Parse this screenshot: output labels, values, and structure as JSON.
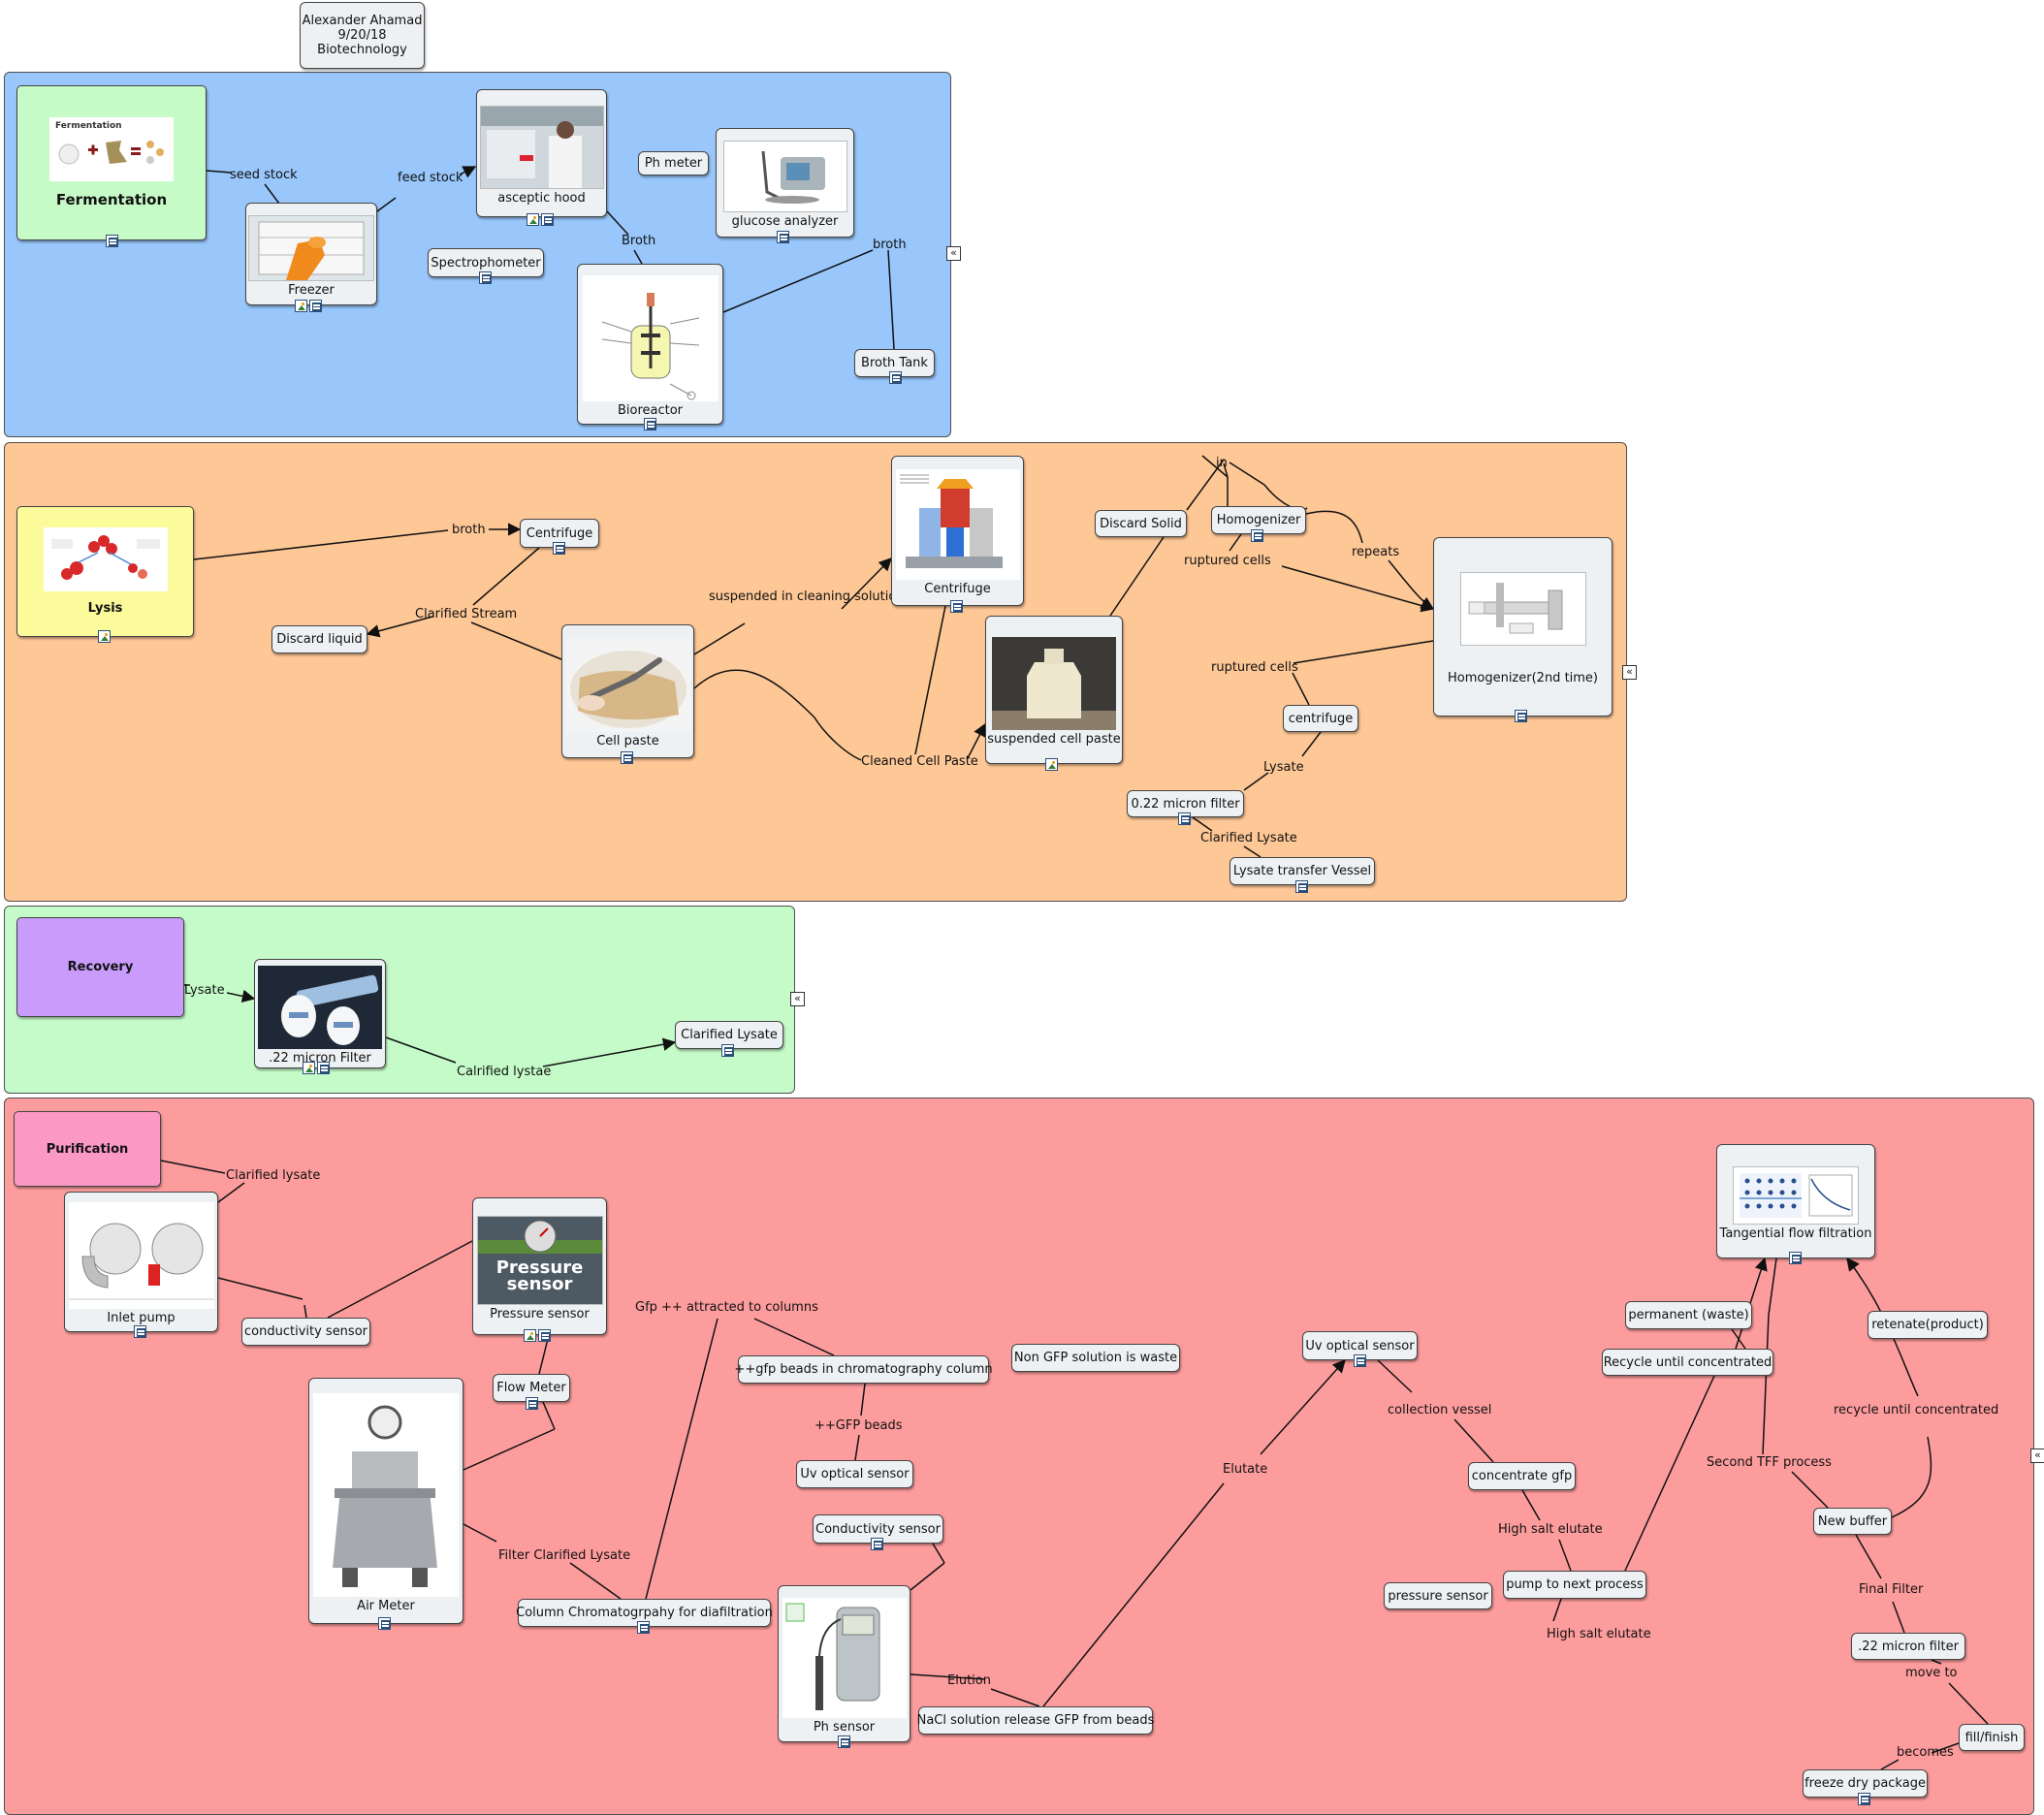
{
  "header": {
    "line1": "Alexander Ahamad",
    "line2": "9/20/18",
    "line3": "Biotechnology"
  },
  "colors": {
    "fermentation_region": "#99c6fb",
    "lysis_region": "#fec796",
    "recovery_region": "#c4fbc8",
    "purification_region": "#fd9c9d",
    "fermentation_heading": "#c6fbc8",
    "lysis_heading": "#fcfb9b",
    "recovery_heading": "#c99cfb",
    "purification_heading": "#fb98c6"
  },
  "icons": {
    "collapse": "collapse-icon",
    "resource_doc": "document-icon",
    "resource_img": "image-icon"
  },
  "fermentation": {
    "heading": "Fermentation",
    "image_caption": "Fermentation",
    "nodes": {
      "freezer": "Freezer",
      "aseptic_hood": "asceptic hood",
      "ph_meter": "Ph meter",
      "glucose_analyzer": "glucose analyzer",
      "spectrophotometer": "Spectrophometer",
      "bioreactor": "Bioreactor",
      "broth_tank": "Broth Tank"
    },
    "links": {
      "seed_stock": "seed stock",
      "feed_stock": "feed stock",
      "broth_upper": "Broth",
      "broth_lower": "broth"
    }
  },
  "lysis": {
    "heading": "Lysis",
    "nodes": {
      "centrifuge_small": "Centrifuge",
      "discard_liquid": "Discard liquid",
      "cell_paste": "Cell paste",
      "centrifuge_big": "Centrifuge",
      "suspended_cell_paste": "suspended cell paste",
      "discard_solid": "Discard Solid",
      "homogenizer": "Homogenizer",
      "homogenizer_2": "Homogenizer(2nd time)",
      "centrifuge_lower": "centrifuge",
      "filter_022": "0.22 micron filter",
      "lysate_vessel": "Lysate transfer Vessel"
    },
    "links": {
      "broth": "broth",
      "clarified_stream": "Clarified Stream",
      "suspended_in_cleaning": "suspended in cleaning solution",
      "cleaned_cell_paste": "Cleaned Cell Paste",
      "in": "in",
      "ruptured_cells_1": "ruptured cells",
      "repeats": "repeats",
      "ruptured_cells_2": "ruptured cells",
      "lysate": "Lysate",
      "clarified_lysate": "Clarified Lysate"
    }
  },
  "recovery": {
    "heading": "Recovery",
    "nodes": {
      "micron_filter": ".22 micron Filter",
      "clarified_lysate": "Clarified Lysate"
    },
    "links": {
      "lysate": "Lysate",
      "calrified_lystae": "Calrified lystae"
    }
  },
  "purification": {
    "heading": "Purification",
    "nodes": {
      "inlet_pump": "Inlet pump",
      "conductivity_sensor": "conductivity sensor",
      "pressure_sensor": "Pressure sensor",
      "pressure_sensor_img_text_1": "Pressure",
      "pressure_sensor_img_text_2": "sensor",
      "flow_meter": "Flow Meter",
      "air_meter": "Air Meter",
      "column_chromatography": "Column Chromatogrpahy for diafiltration",
      "gfp_beads_column": "++gfp beads in chromatography column",
      "non_gfp_waste": "Non GFP solution is waste",
      "uv_sensor_left": "Uv optical sensor",
      "conductivity_sensor_2": "Conductivity sensor",
      "ph_sensor": "Ph sensor",
      "nacl_release": "NaCl solution release GFP from beads",
      "uv_sensor_right": "Uv optical sensor",
      "concentrate_gfp": "concentrate gfp",
      "pressure_sensor_small": "pressure sensor",
      "pump_next": "pump to next process",
      "tff": "Tangential flow filtration",
      "permanent_waste": "permanent (waste)",
      "recycle_concentrated": "Recycle until concentrated",
      "retenate": "retenate(product)",
      "new_buffer": "New buffer",
      "micron_filter_022": ".22 micron filter",
      "fill_finish": "fill/finish",
      "freeze_dry": "freeze dry package"
    },
    "links": {
      "clarified_lysate": "Clarified lysate",
      "gfp_attracted": "Gfp ++ attracted to columns",
      "gfp_beads": "++GFP beads",
      "filter_clarified_lysate": "Filter Clarified Lysate",
      "elution": "Elution",
      "elutate": "Elutate",
      "collection_vessel": "collection vessel",
      "high_salt_elutate_1": "High salt elutate",
      "high_salt_elutate_2": "High salt elutate",
      "second_tff": "Second TFF process",
      "recycle_until_concentrated": "recycle until concentrated",
      "final_filter": "Final Filter",
      "move_to": "move to",
      "becomes": "becomes"
    }
  }
}
